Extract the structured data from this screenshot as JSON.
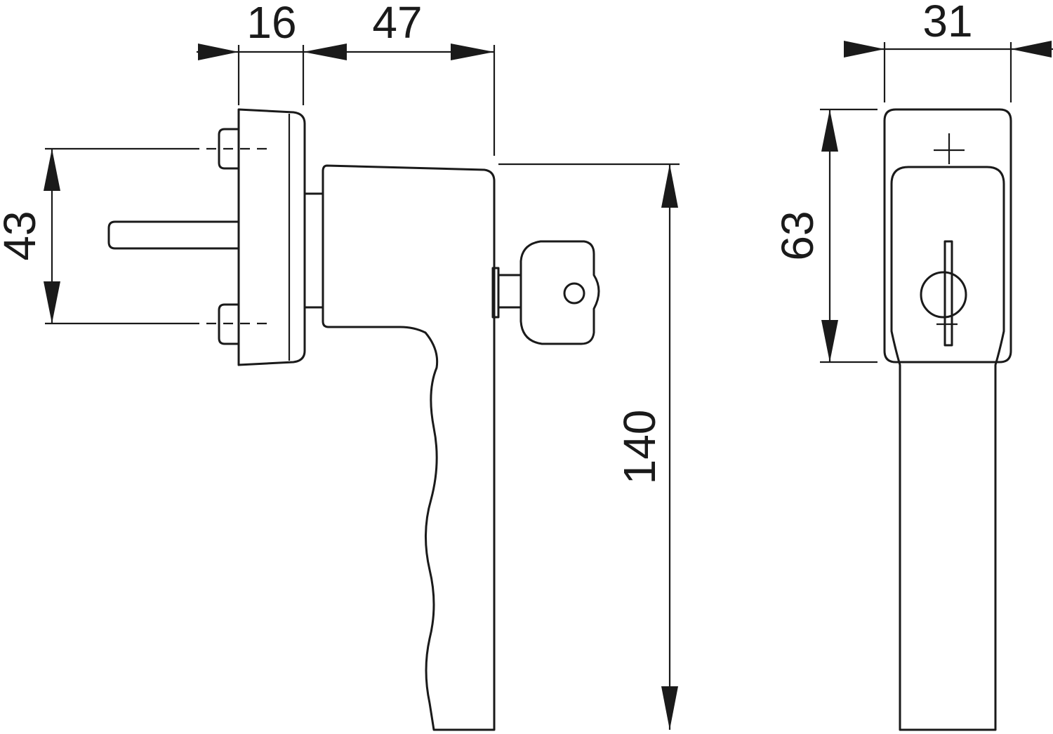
{
  "dimensions": {
    "rose_depth": "16",
    "handle_depth": "47",
    "screw_spacing": "43",
    "handle_length": "140",
    "handle_width": "31",
    "rose_height": "63"
  },
  "colors": {
    "line": "#1a1a1a",
    "background": "#ffffff"
  }
}
